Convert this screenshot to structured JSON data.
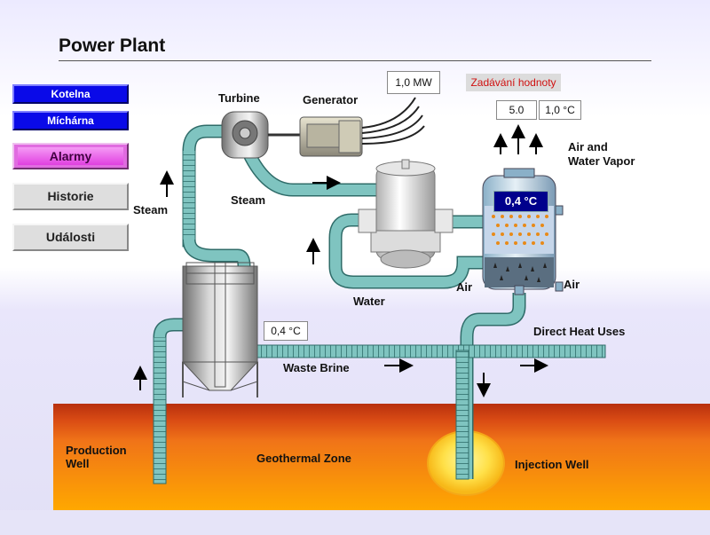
{
  "title": "Power Plant",
  "nav": {
    "kotelna": "Kotelna",
    "michaarna": "Míchárna",
    "alarmy": "Alarmy",
    "historie": "Historie",
    "udalosti": "Události"
  },
  "readouts": {
    "power": "1,0 MW",
    "setpoint": "5.0",
    "vapor_temp": "1,0 °C",
    "tank_temp": "0,4 °C",
    "brine_temp": "0,4 °C"
  },
  "input_button": "Zadávání hodnoty",
  "labels": {
    "turbine": "Turbine",
    "generator": "Generator",
    "steam_left": "Steam",
    "steam_mid": "Steam",
    "air_vapor_1": "Air and",
    "air_vapor_2": "Water Vapor",
    "air_left": "Air",
    "air_right": "Air",
    "water": "Water",
    "waste_brine": "Waste Brine",
    "direct_heat": "Direct Heat Uses",
    "production_1": "Production",
    "production_2": "Well",
    "geothermal": "Geothermal Zone",
    "injection": "Injection Well"
  },
  "colors": {
    "pipe": "#7fc4c0",
    "pipe_dark": "#3f7f7c",
    "ground_top": "#c83a14",
    "ground_mid": "#ee6a14",
    "ground_bottom": "#ffb000",
    "nav_blue": "#0a0ae8",
    "nav_pink": "#e06ce0",
    "tank_blue": "#00008c"
  }
}
